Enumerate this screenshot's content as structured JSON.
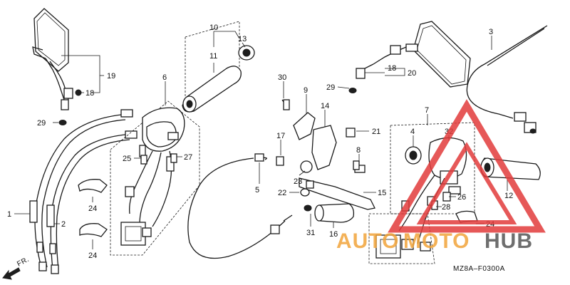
{
  "diagram": {
    "code": "MZ8A–F0300A",
    "front_label": "FR.",
    "labels": {
      "p1": "1",
      "p2": "2",
      "p3": "3",
      "p4": "4",
      "p5": "5",
      "p6": "6",
      "p7": "7",
      "p8": "8",
      "p9": "9",
      "p10": "10",
      "p11": "11",
      "p12": "12",
      "p13": "13",
      "p14": "14",
      "p15": "15",
      "p16": "16",
      "p17": "17",
      "p18a": "18",
      "p18b": "18",
      "p19": "19",
      "p20": "20",
      "p21": "21",
      "p22": "22",
      "p23": "23",
      "p24a": "24",
      "p24b": "24",
      "p24c": "24",
      "p25": "25",
      "p26": "26",
      "p27": "27",
      "p28": "28",
      "p29a": "29",
      "p29b": "29",
      "p30": "30",
      "p31": "31",
      "p32": "32"
    }
  },
  "watermark": {
    "brand_left": "AUTO",
    "brand_mid": "MOTO",
    "brand_right": "HUB",
    "color_orange": "#f2a43a",
    "color_red": "#e23b3b",
    "color_dark": "#555555"
  }
}
